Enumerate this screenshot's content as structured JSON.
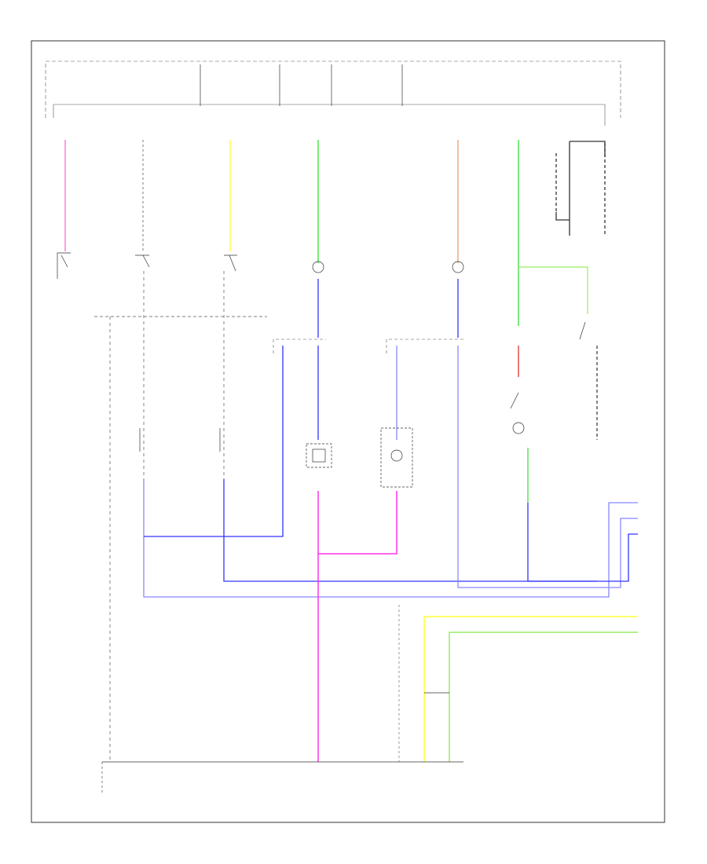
{
  "diagram": {
    "page_label": "",
    "bottom_label": "",
    "top_bus_label": "",
    "top_right_unit_label": "",
    "fuses": [
      {
        "id": "f1",
        "top": "",
        "name": "",
        "bottom": ""
      },
      {
        "id": "f2",
        "top": "",
        "name": "",
        "bottom": ""
      },
      {
        "id": "f3",
        "top": "",
        "name": "",
        "bottom": ""
      },
      {
        "id": "f4",
        "top": "",
        "name": "",
        "bottom": ""
      }
    ],
    "components": [
      {
        "id": "lf-door-switch",
        "label": ""
      },
      {
        "id": "rf-door-switch",
        "label": ""
      },
      {
        "id": "rear-door-switch",
        "label": ""
      },
      {
        "id": "rf-door-courtesy-lamp",
        "label": ""
      },
      {
        "id": "lf-door-courtesy-lamp",
        "label": ""
      },
      {
        "id": "junction-connector-a",
        "label": ""
      },
      {
        "id": "junction-connector-b",
        "label": ""
      },
      {
        "id": "junction-connector-c",
        "label": ""
      },
      {
        "id": "rr-door-switch",
        "label": ""
      },
      {
        "id": "lr-door-switch",
        "label": ""
      },
      {
        "id": "front-personal-lamp",
        "label": ""
      },
      {
        "id": "rear-personal-lamp",
        "label": ""
      },
      {
        "id": "step-lamp",
        "label": ""
      },
      {
        "id": "trunk-lamp",
        "label": ""
      },
      {
        "id": "luggage-lamp-switch",
        "label": ""
      },
      {
        "id": "lock-switch",
        "label": ""
      },
      {
        "id": "trunk-opener-switch",
        "label": ""
      },
      {
        "id": "key-switch",
        "label": ""
      },
      {
        "id": "relay-unit",
        "label": ""
      },
      {
        "id": "ground-point",
        "label": ""
      },
      {
        "id": "multiplex-unit",
        "label": ""
      }
    ],
    "right_terminals": [
      {
        "id": "t1",
        "label": ""
      },
      {
        "id": "t2",
        "label": ""
      },
      {
        "id": "t3",
        "label": ""
      },
      {
        "id": "t4",
        "label": ""
      },
      {
        "id": "t5",
        "label": ""
      }
    ],
    "bottom_terminals": [
      {
        "id": "b1",
        "label": ""
      },
      {
        "id": "b2",
        "label": ""
      },
      {
        "id": "b3",
        "label": ""
      },
      {
        "id": "b4",
        "label": ""
      },
      {
        "id": "b5",
        "label": ""
      }
    ],
    "wire_colors": {
      "pink": "#ff66cc",
      "yellow": "#ffff33",
      "green": "#33dd33",
      "light_green": "#99ee66",
      "blue": "#3333ff",
      "light_blue": "#8888ff",
      "orange": "#e8a070",
      "red": "#dd2222",
      "black": "#222222",
      "grey": "#999999",
      "magenta": "#ff33ee"
    }
  }
}
